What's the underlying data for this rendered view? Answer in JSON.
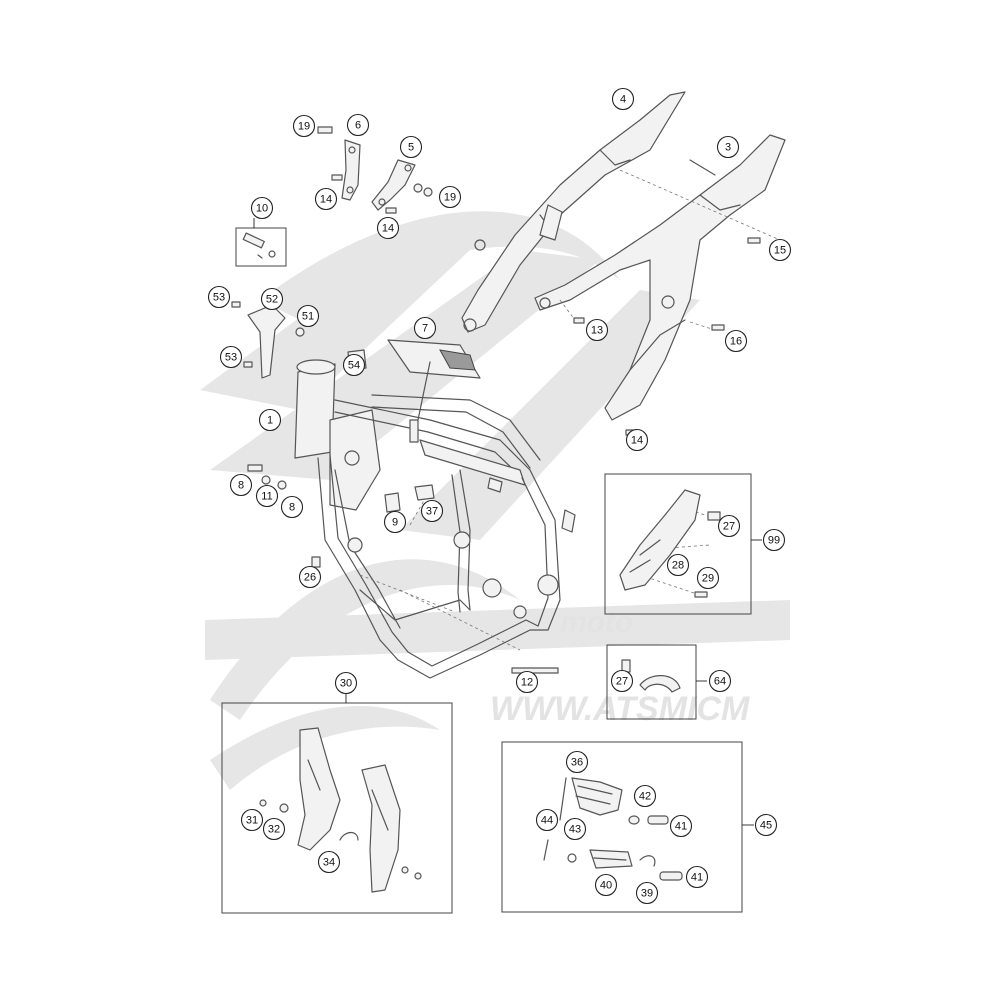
{
  "watermark": {
    "brand": "moto",
    "url": "WWW.ATSMICM"
  },
  "callouts": [
    {
      "id": "c1",
      "label": "1"
    },
    {
      "id": "c3",
      "label": "3"
    },
    {
      "id": "c4",
      "label": "4"
    },
    {
      "id": "c5",
      "label": "5"
    },
    {
      "id": "c6",
      "label": "6"
    },
    {
      "id": "c7",
      "label": "7"
    },
    {
      "id": "c8a",
      "label": "8"
    },
    {
      "id": "c8b",
      "label": "8"
    },
    {
      "id": "c9",
      "label": "9"
    },
    {
      "id": "c10",
      "label": "10"
    },
    {
      "id": "c11",
      "label": "11"
    },
    {
      "id": "c12",
      "label": "12"
    },
    {
      "id": "c13",
      "label": "13"
    },
    {
      "id": "c14a",
      "label": "14"
    },
    {
      "id": "c14b",
      "label": "14"
    },
    {
      "id": "c14c",
      "label": "14"
    },
    {
      "id": "c15",
      "label": "15"
    },
    {
      "id": "c16",
      "label": "16"
    },
    {
      "id": "c19a",
      "label": "19"
    },
    {
      "id": "c19b",
      "label": "19"
    },
    {
      "id": "c26",
      "label": "26"
    },
    {
      "id": "c27a",
      "label": "27"
    },
    {
      "id": "c27b",
      "label": "27"
    },
    {
      "id": "c28",
      "label": "28"
    },
    {
      "id": "c29",
      "label": "29"
    },
    {
      "id": "c30",
      "label": "30"
    },
    {
      "id": "c31",
      "label": "31"
    },
    {
      "id": "c32",
      "label": "32"
    },
    {
      "id": "c34",
      "label": "34"
    },
    {
      "id": "c36",
      "label": "36"
    },
    {
      "id": "c37",
      "label": "37"
    },
    {
      "id": "c39",
      "label": "39"
    },
    {
      "id": "c40",
      "label": "40"
    },
    {
      "id": "c41a",
      "label": "41"
    },
    {
      "id": "c41b",
      "label": "41"
    },
    {
      "id": "c42",
      "label": "42"
    },
    {
      "id": "c43",
      "label": "43"
    },
    {
      "id": "c44",
      "label": "44"
    },
    {
      "id": "c45",
      "label": "45"
    },
    {
      "id": "c51",
      "label": "51"
    },
    {
      "id": "c52",
      "label": "52"
    },
    {
      "id": "c53a",
      "label": "53"
    },
    {
      "id": "c53b",
      "label": "53"
    },
    {
      "id": "c54",
      "label": "54"
    },
    {
      "id": "c64",
      "label": "64"
    },
    {
      "id": "c99",
      "label": "99"
    }
  ]
}
